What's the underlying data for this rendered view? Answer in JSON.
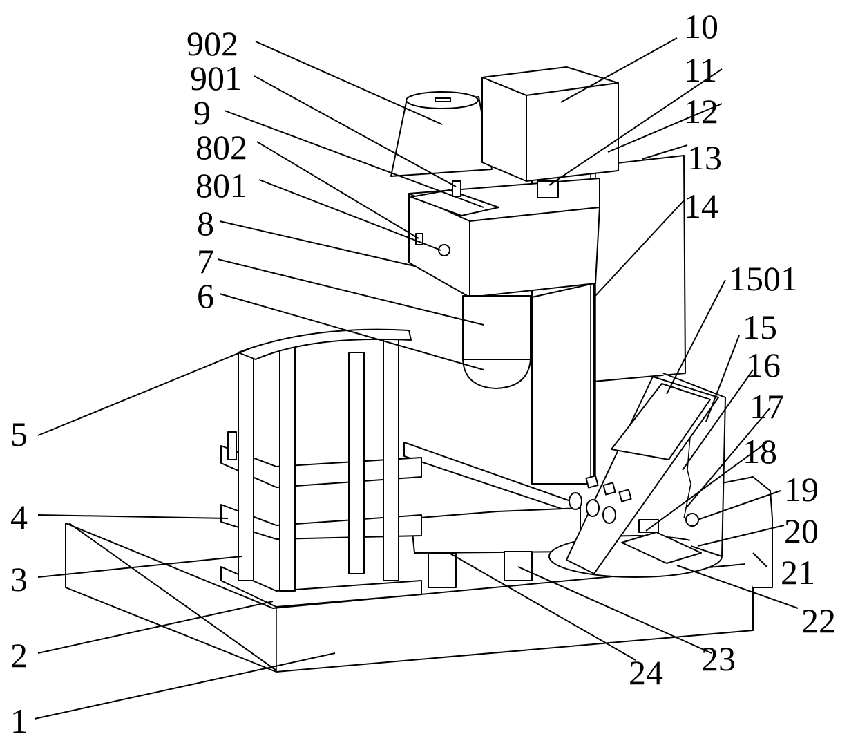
{
  "labels": {
    "l902": "902",
    "l10": "10",
    "l901": "901",
    "l11": "11",
    "l9": "9",
    "l12": "12",
    "l802": "802",
    "l13": "13",
    "l801": "801",
    "l14": "14",
    "l8": "8",
    "l7": "7",
    "l1501": "1501",
    "l6": "6",
    "l15": "15",
    "l16": "16",
    "l5": "5",
    "l17": "17",
    "l18": "18",
    "l19": "19",
    "l4": "4",
    "l20": "20",
    "l21": "21",
    "l3": "3",
    "l22": "22",
    "l2": "2",
    "l23": "23",
    "l24": "24",
    "l1": "1"
  }
}
